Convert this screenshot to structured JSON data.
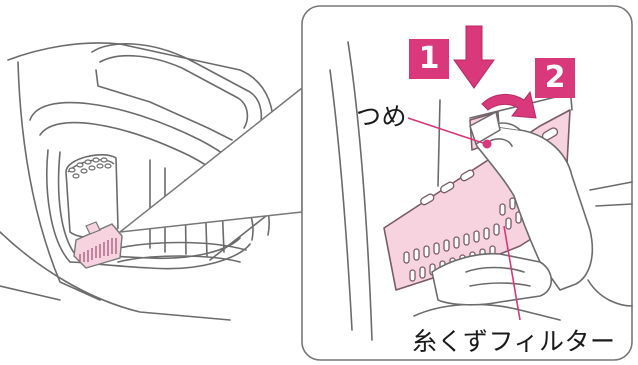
{
  "labels": {
    "claw": "つめ",
    "filter": "糸くずフィルター"
  },
  "steps": {
    "step1": "1",
    "step2": "2"
  },
  "colors": {
    "accent": "#d9387a",
    "filter_fill": "#f6d3df",
    "line": "#555555"
  },
  "icons": {
    "arrow_down": "down-arrow-icon",
    "arrow_curve": "curved-arrow-icon"
  }
}
